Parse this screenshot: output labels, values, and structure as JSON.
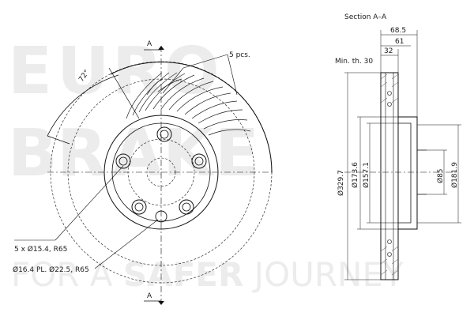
{
  "watermark": {
    "brand_letters": [
      "E",
      "U",
      "R",
      "O",
      "B",
      "R",
      "A",
      "K",
      "E"
    ],
    "slogan_parts": [
      "FOR A ",
      "SAFER",
      " JOURNEY"
    ]
  },
  "front_view": {
    "section_marker": "A",
    "angle_label": "72°",
    "count_label": "5 pcs.",
    "hole_label": "5 x Ø15.4, R65",
    "pilot_label": "Ø16.4 PL. Ø22.5, R65"
  },
  "section_view": {
    "title": "Section A–A",
    "min_thickness": "Min. th. 30",
    "dims_top": [
      "68.5",
      "61",
      "32"
    ],
    "dims_left": [
      "Ø329.7",
      "Ø173.6",
      "Ø157.1"
    ],
    "dims_right": [
      "Ø85",
      "Ø181.9"
    ]
  },
  "colors": {
    "line": "#111111",
    "watermark": "#ececec"
  }
}
